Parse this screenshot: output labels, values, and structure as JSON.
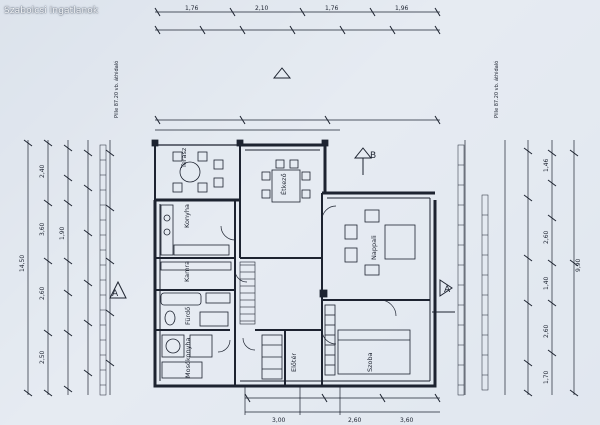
{
  "watermark": "Szabolcsi Ingatlanok",
  "rooms": {
    "terasz": "Terasz",
    "etkezo": "Étkező",
    "konyha": "Konyha",
    "kamra": "Kamra",
    "furdo": "Fürdő",
    "mosokonyha": "Mosókonyha",
    "nappali": "Nappali",
    "eloter": "Előtér",
    "szoba": "Szoba"
  },
  "section_marks": {
    "a_left": "A",
    "a_right": "A",
    "b": "B"
  },
  "dimensions": {
    "top": [
      "1,76",
      "2,10",
      "1,76",
      "1,96"
    ],
    "left_outer": [
      "14,50"
    ],
    "left_inner": [
      "2,40",
      "3,60",
      "2,60",
      "2,50",
      "1,90"
    ],
    "right_outer": [
      "9,90"
    ],
    "right_inner": [
      "1,46",
      "2,60",
      "1,40",
      "2,60",
      "1,70"
    ],
    "bottom": [
      "3,00",
      "2,60",
      "3,60"
    ]
  },
  "notes": {
    "left": "Pille 87.20 vb. áthidaló",
    "right": "Pille 87.20 vb. áthidaló"
  },
  "colors": {
    "ink": "#1d2330",
    "paper": "#e4eaf1"
  }
}
